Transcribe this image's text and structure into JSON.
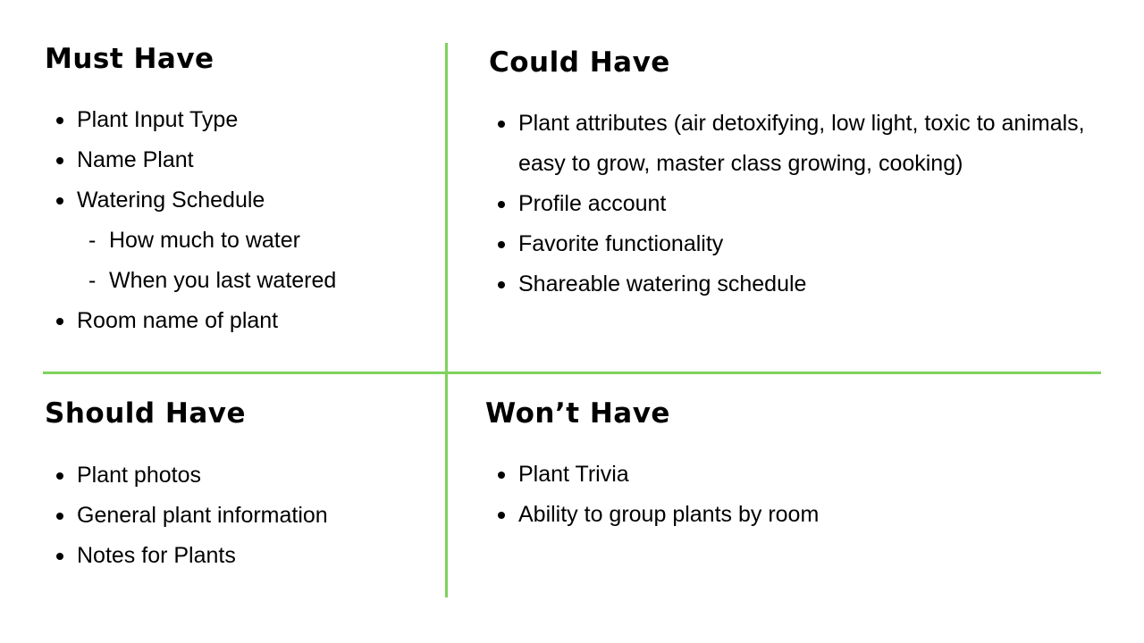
{
  "quadrants": {
    "must": {
      "title": "Must Have",
      "items": [
        "Plant Input Type",
        "Name Plant",
        "Watering Schedule",
        "How much to water",
        "When you last watered",
        "Room name of plant"
      ]
    },
    "could": {
      "title": "Could Have",
      "items": [
        "Plant attributes (air detoxifying, low light, toxic to animals, easy to grow, master class growing, cooking)",
        "Profile account",
        "Favorite functionality",
        "Shareable watering schedule"
      ]
    },
    "should": {
      "title": "Should Have",
      "items": [
        "Plant photos",
        "General plant information",
        "Notes for Plants"
      ]
    },
    "wont": {
      "title": "Won’t Have",
      "items": [
        "Plant Trivia",
        "Ability to group plants by room"
      ]
    }
  },
  "colors": {
    "divider": "#7ed25c",
    "text": "#000000",
    "background": "#ffffff"
  }
}
